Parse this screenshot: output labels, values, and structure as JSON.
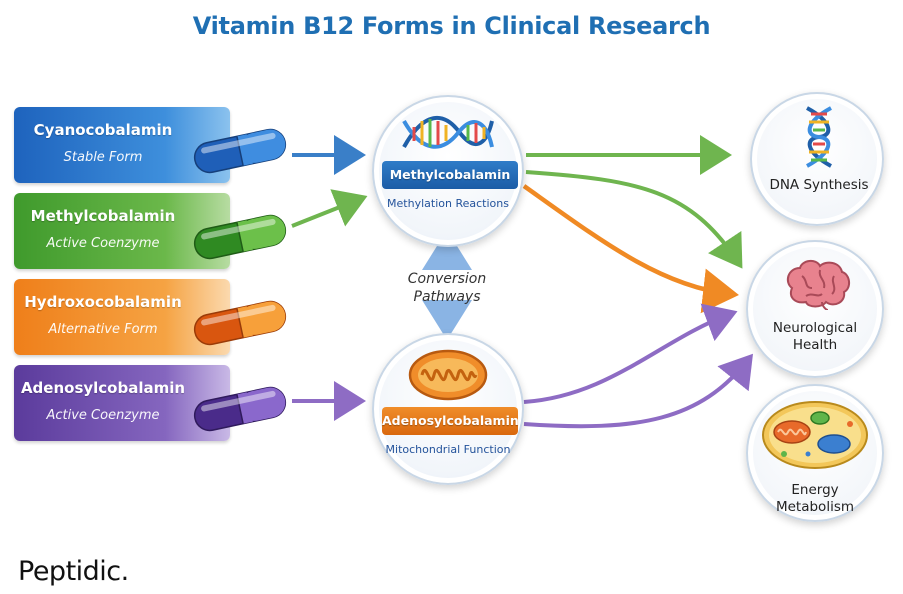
{
  "title": "Vitamin B12 Forms in Clinical Research",
  "forms": [
    {
      "name": "Cyanocobalamin",
      "subtitle": "Stable Form",
      "color": "#2a74cc"
    },
    {
      "name": "Methylcobalamin",
      "subtitle": "Active Coenzyme",
      "color": "#56aa39"
    },
    {
      "name": "Hydroxocobalamin",
      "subtitle": "Alternative Form",
      "color": "#f2922c"
    },
    {
      "name": "Adenosylcobalamin",
      "subtitle": "Active Coenzyme",
      "color": "#6c4cae"
    }
  ],
  "hubs": {
    "methyl": {
      "name": "Methylcobalamin",
      "subtitle": "Methylation Reactions"
    },
    "adeno": {
      "name": "Adenosylcobalamin",
      "subtitle": "Mitochondrial Function"
    }
  },
  "conversion": {
    "line1": "Conversion",
    "line2": "Pathways"
  },
  "outcomes": {
    "dna": "DNA Synthesis",
    "neuro_line1": "Neurological",
    "neuro_line2": "Health",
    "energy_line1": "Energy",
    "energy_line2": "Metabolism"
  },
  "brand": "Peptidic.",
  "colors": {
    "title": "#1f6fb3",
    "blue": "#3a7fc8",
    "green": "#6fb54f",
    "orange": "#f08a24",
    "purple": "#8e6cc4",
    "hub_blue_band": "#2f7cc8",
    "hub_orange_band": "#f08d2a"
  },
  "icons": {
    "pill": "capsule-icon",
    "dna": "dna-helix-icon",
    "mitochondria": "mitochondria-icon",
    "brain": "brain-icon",
    "cell": "cell-icon"
  }
}
